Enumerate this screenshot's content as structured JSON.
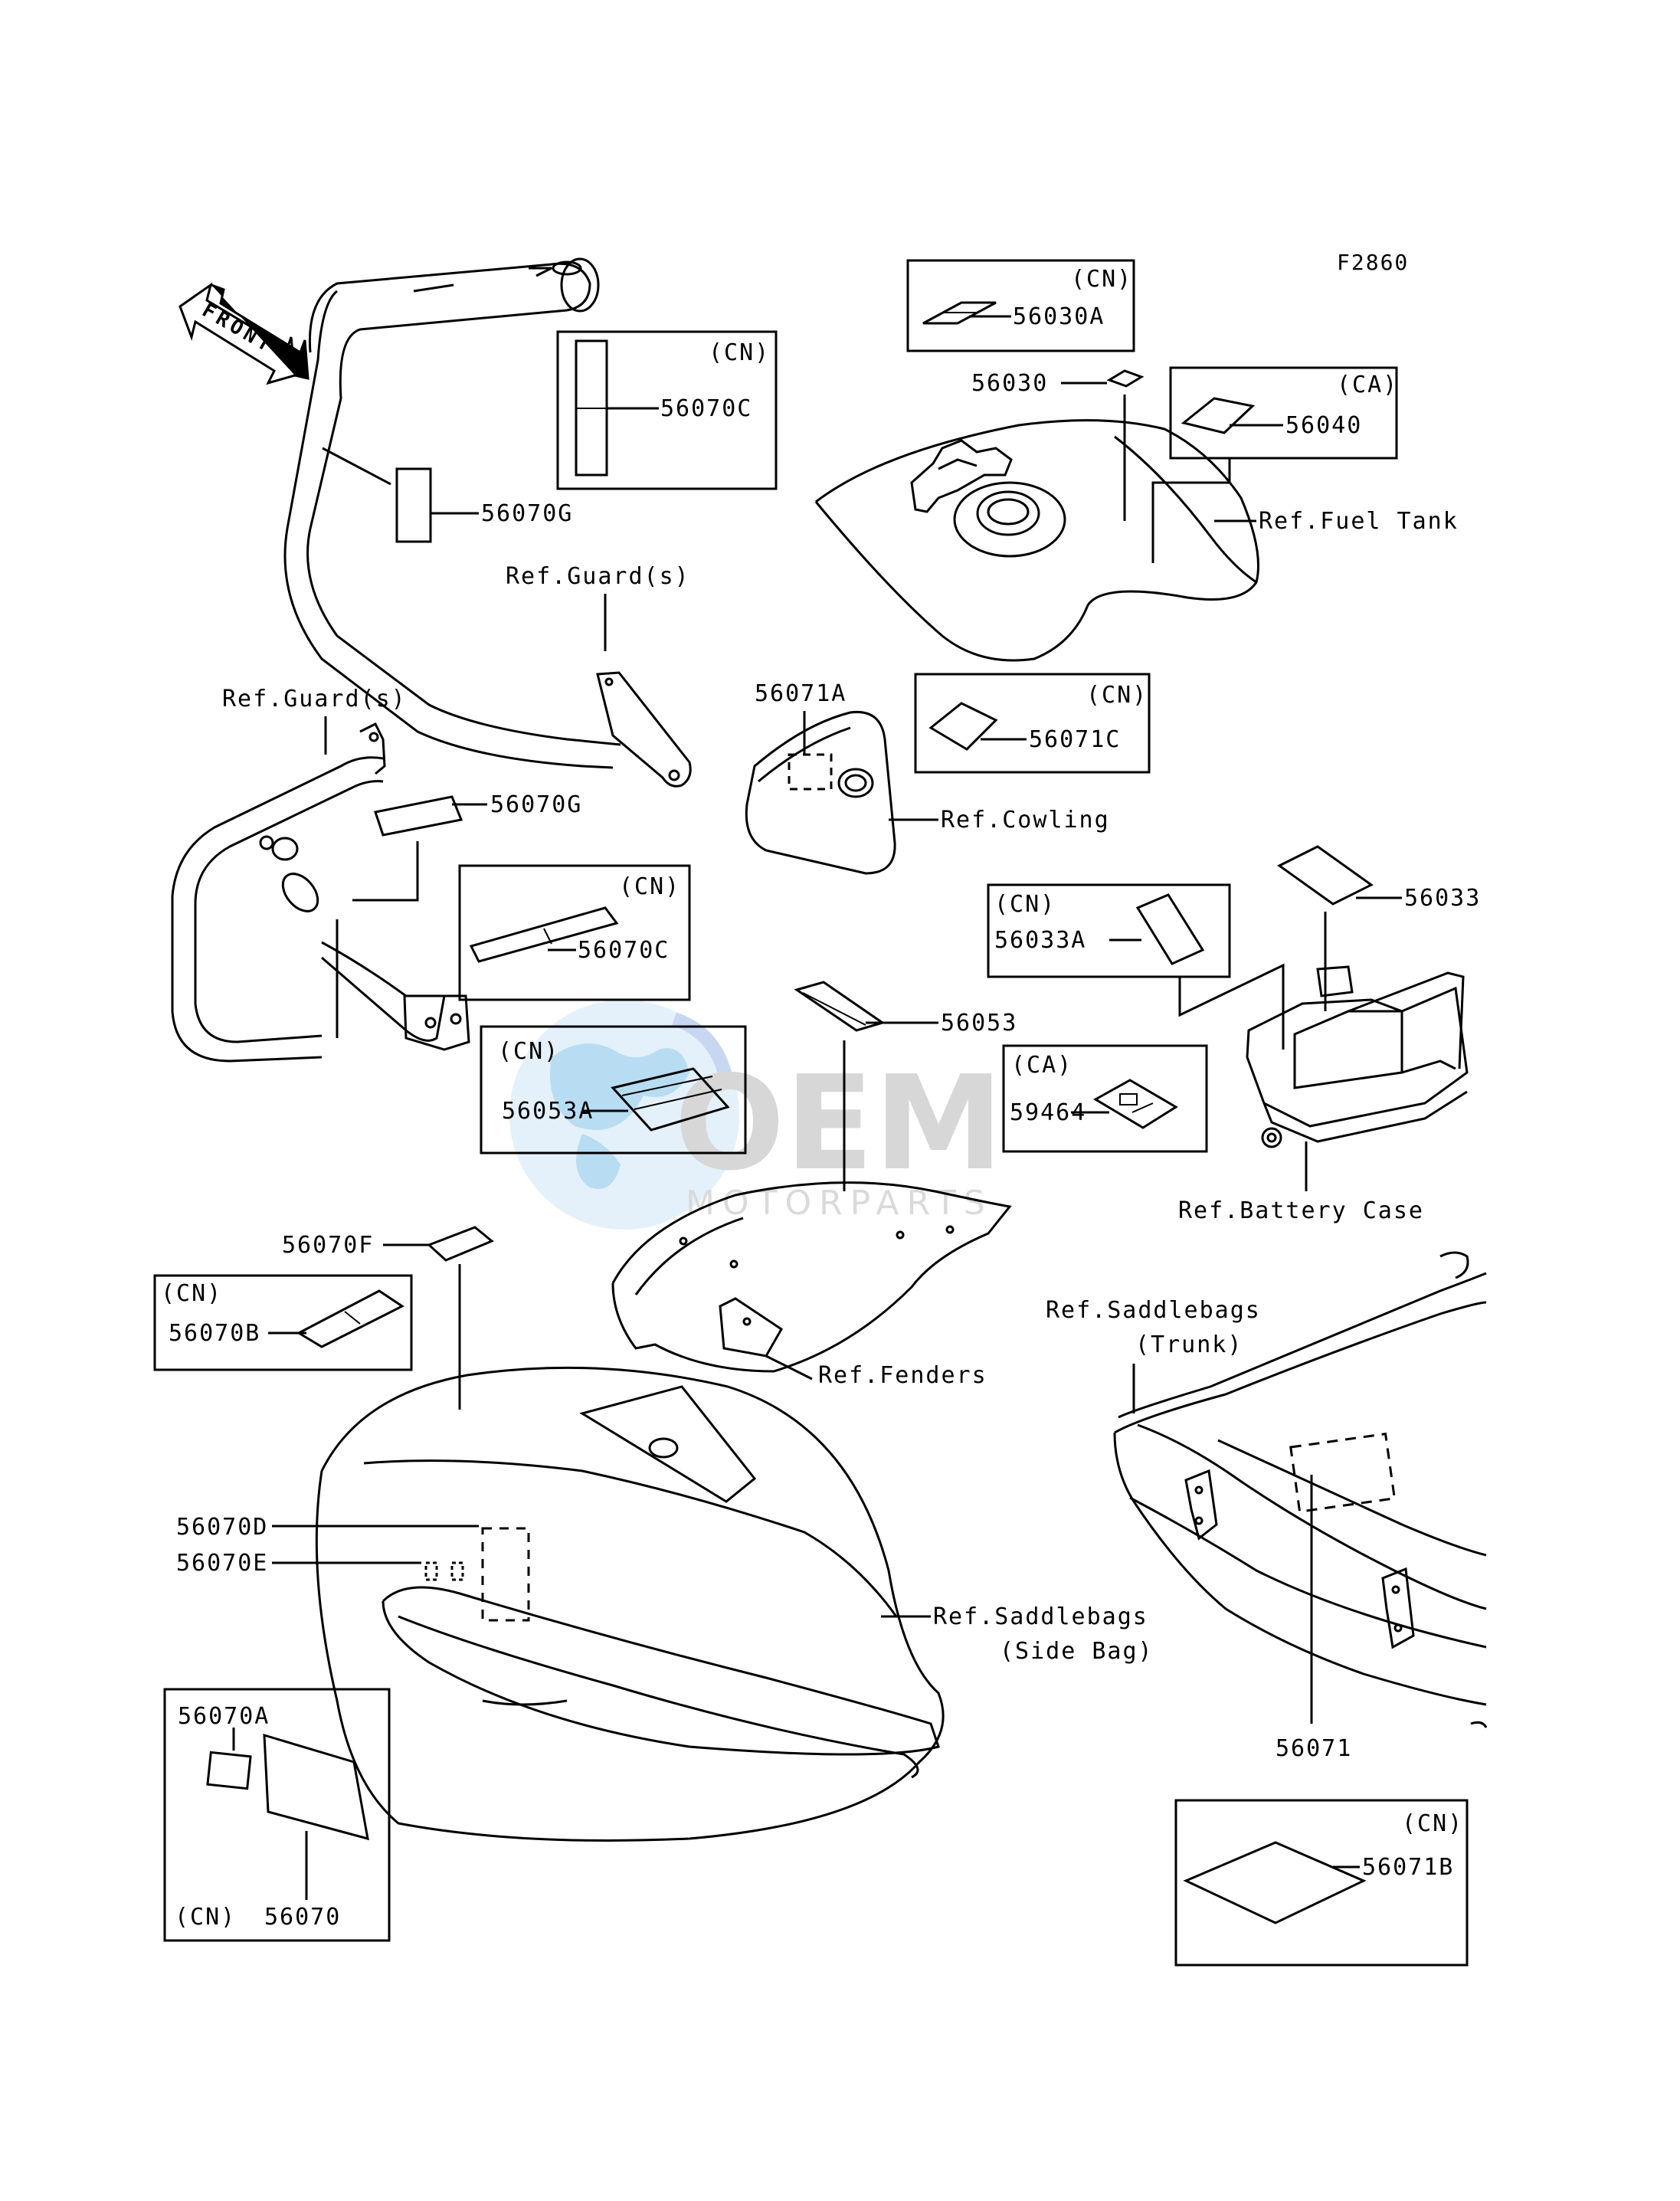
{
  "figure_code": "F2860",
  "front_label": "FRONT",
  "watermark": {
    "brand": "OEM",
    "sub": "MOTORPARTS"
  },
  "labels": {
    "p56030A": "56030A",
    "p56030": "56030",
    "p56040": "56040",
    "p56070C_top": "56070C",
    "p56070G_top": "56070G",
    "p56071A": "56071A",
    "p56071C": "56071C",
    "p56070G_mid": "56070G",
    "p56070C_mid": "56070C",
    "p56033": "56033",
    "p56033A": "56033A",
    "p56053": "56053",
    "p56053A": "56053A",
    "p59464": "59464",
    "p56070F": "56070F",
    "p56070B": "56070B",
    "p56070D": "56070D",
    "p56070E": "56070E",
    "p56070A": "56070A",
    "p56070": "56070",
    "p56071": "56071",
    "p56071B": "56071B"
  },
  "region_tags": {
    "cn": "(CN)",
    "ca": "(CA)"
  },
  "references": {
    "fuel_tank": "Ref.Fuel Tank",
    "guards_upper": "Ref.Guard(s)",
    "guards_lower": "Ref.Guard(s)",
    "cowling": "Ref.Cowling",
    "battery_case": "Ref.Battery Case",
    "fenders": "Ref.Fenders",
    "saddlebags_trunk_1": "Ref.Saddlebags",
    "saddlebags_trunk_2": "(Trunk)",
    "saddlebags_side_1": "Ref.Saddlebags",
    "saddlebags_side_2": "(Side Bag)"
  }
}
